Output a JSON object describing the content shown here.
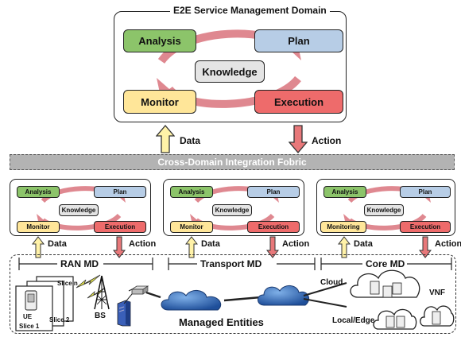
{
  "e2e": {
    "title": "E2E Service Management Domain",
    "analysis": "Analysis",
    "plan": "Plan",
    "knowledge": "Knowledge",
    "monitor": "Monitor",
    "execution": "Execution"
  },
  "top_links": {
    "data": "Data",
    "action": "Action"
  },
  "fabric": {
    "label": "Cross-Domain Integration Fobric"
  },
  "domains": [
    {
      "analysis": "Analysis",
      "plan": "Plan",
      "knowledge": "Knowledge",
      "monitor": "Monitor",
      "execution": "Execution",
      "data": "Data",
      "action": "Action",
      "md_label": "RAN MD"
    },
    {
      "analysis": "Analysis",
      "plan": "Plan",
      "knowledge": "Knowledge",
      "monitor": "Monitor",
      "execution": "Execution",
      "data": "Data",
      "action": "Action",
      "md_label": "Transport MD"
    },
    {
      "analysis": "Analysis",
      "plan": "Plan",
      "knowledge": "Knowledge",
      "monitor": "Monitoring",
      "execution": "Execution",
      "data": "Data",
      "action": "Action",
      "md_label": "Core MD"
    }
  ],
  "entities": {
    "ue": "UE",
    "slice1": "Slice 1",
    "slice2": "Slice 2",
    "slice_n": "Slice n",
    "bs": "BS",
    "cloud": "Cloud",
    "vnf": "VNF",
    "local_edge": "Local/Edge",
    "managed_entities": "Managed Entities"
  },
  "colors": {
    "analysis": "#8cc46a",
    "plan": "#b7cde6",
    "knowledge": "#e4e4e4",
    "monitor": "#ffe699",
    "execution": "#ee6b6b",
    "loop_arrow": "#d9737d",
    "data_arrow": "#fff2a8",
    "action_arrow": "#e8787a",
    "fabric": "#b3b3b3",
    "cloud_fill": "#2e6bb5"
  }
}
